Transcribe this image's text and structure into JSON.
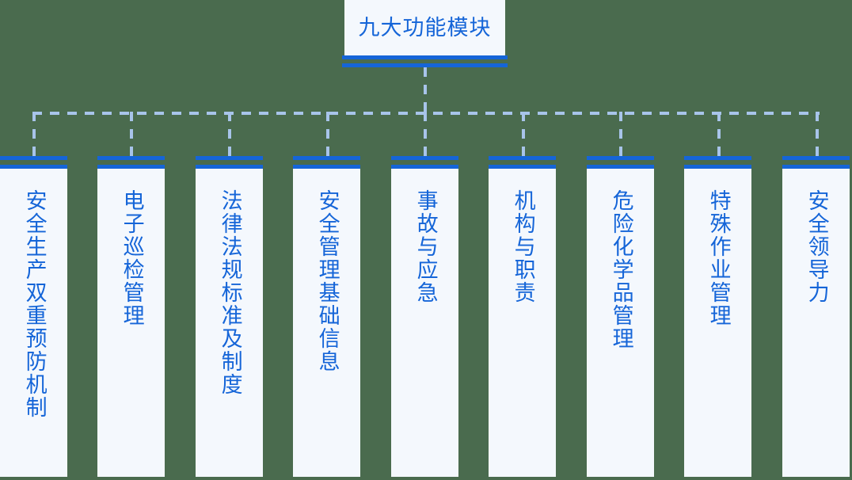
{
  "diagram": {
    "type": "organizational-tree",
    "orientation": "top-down",
    "background_color": "#4a6b4e",
    "accent_color": "#1565d8",
    "node_fill_color": "#f4f8fd",
    "connector_color": "#a8c4ea",
    "root": {
      "label": "九大功能模块"
    },
    "children": [
      {
        "index": 1,
        "label": "安全生产双重预防机制"
      },
      {
        "index": 2,
        "label": "电子巡检管理"
      },
      {
        "index": 3,
        "label": "法律法规标准及制度"
      },
      {
        "index": 4,
        "label": "安全管理基础信息"
      },
      {
        "index": 5,
        "label": "事故与应急"
      },
      {
        "index": 6,
        "label": "机构与职责"
      },
      {
        "index": 7,
        "label": "危险化学品管理"
      },
      {
        "index": 8,
        "label": "特殊作业管理"
      },
      {
        "index": 9,
        "label": "安全领导力"
      }
    ]
  }
}
